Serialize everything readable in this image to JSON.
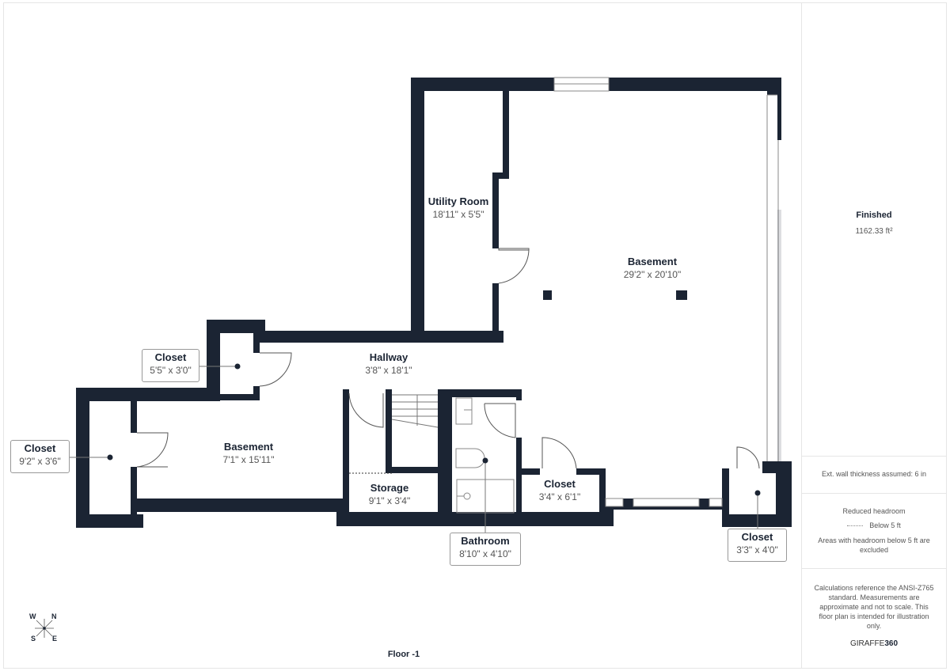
{
  "floor": {
    "title": "Floor -1"
  },
  "compass": {
    "w": "W",
    "n": "N",
    "s": "S",
    "e": "E"
  },
  "rooms": {
    "utility": {
      "name": "Utility Room",
      "dim": "18'11\" x 5'5\""
    },
    "basement_main": {
      "name": "Basement",
      "dim": "29'2\" x 20'10\""
    },
    "hallway": {
      "name": "Hallway",
      "dim": "3'8\" x 18'1\""
    },
    "basement_small": {
      "name": "Basement",
      "dim": "7'1\" x 15'11\""
    },
    "closet_top": {
      "name": "Closet",
      "dim": "5'5\" x 3'0\""
    },
    "closet_left": {
      "name": "Closet",
      "dim": "9'2\" x 3'6\""
    },
    "storage": {
      "name": "Storage",
      "dim": "9'1\" x 3'4\""
    },
    "bathroom": {
      "name": "Bathroom",
      "dim": "8'10\" x 4'10\""
    },
    "closet_mid": {
      "name": "Closet",
      "dim": "3'4\" x 6'1\""
    },
    "closet_right": {
      "name": "Closet",
      "dim": "3'3\" x 4'0\""
    }
  },
  "sidebar": {
    "finished_label": "Finished",
    "finished_area": "1162.33 ft²",
    "wall_note": "Ext. wall thickness assumed: 6 in",
    "headroom_title": "Reduced headroom",
    "headroom_legend": "Below 5 ft",
    "headroom_note": "Areas with headroom below 5 ft are excluded",
    "disclaimer": "Calculations reference the ANSI-Z765 standard. Measurements are approximate and not to scale. This floor plan is intended for illustration only.",
    "brand_light": "GIRAFFE",
    "brand_bold": "360"
  },
  "colors": {
    "wall": "#1b2433",
    "text_dark": "#1b2433",
    "text_muted": "#555555",
    "border": "#e6e6e6"
  }
}
